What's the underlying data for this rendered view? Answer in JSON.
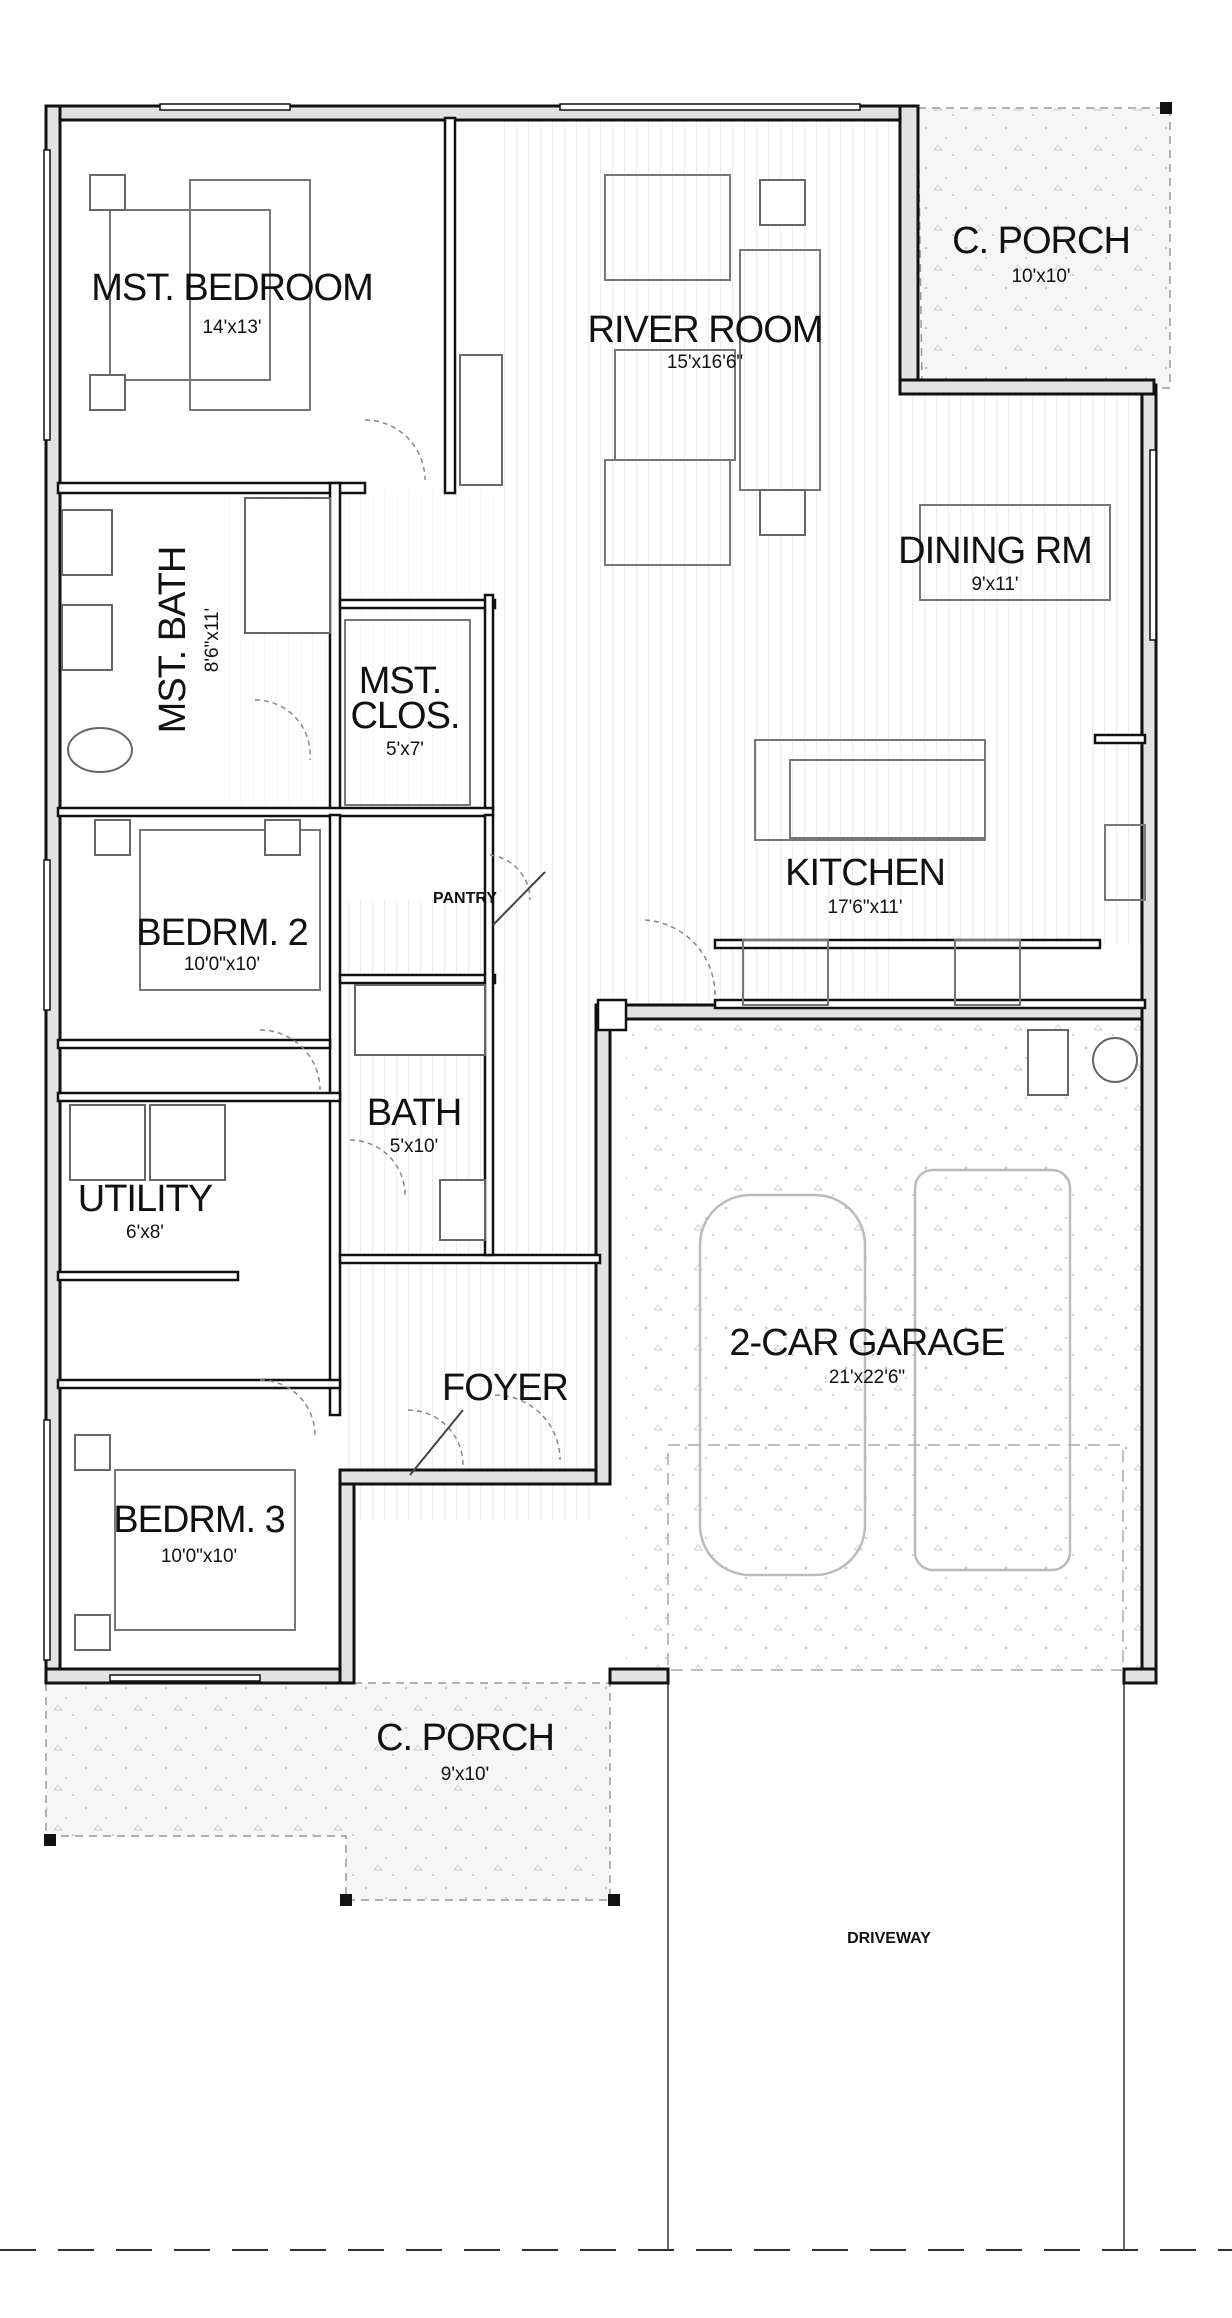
{
  "rooms": {
    "master_bedroom": {
      "name": "MST. BEDROOM",
      "dim": "14'x13'"
    },
    "river_room": {
      "name": "RIVER ROOM",
      "dim": "15'x16'6\""
    },
    "covered_porch_rear": {
      "name": "C. PORCH",
      "dim": "10'x10'"
    },
    "dining_room": {
      "name": "DINING RM",
      "dim": "9'x11'"
    },
    "master_bath": {
      "name": "MST. BATH",
      "dim": "8'6\"x11'"
    },
    "master_closet": {
      "name_line1": "MST.",
      "name_line2": "CLOS.",
      "dim": "5'x7'"
    },
    "kitchen": {
      "name": "KITCHEN",
      "dim": "17'6\"x11'"
    },
    "pantry": {
      "name": "PANTRY"
    },
    "bedroom_2": {
      "name": "BEDRM. 2",
      "dim": "10'0\"x10'"
    },
    "bath": {
      "name": "BATH",
      "dim": "5'x10'"
    },
    "utility": {
      "name": "UTILITY",
      "dim": "6'x8'"
    },
    "garage": {
      "name": "2-CAR GARAGE",
      "dim": "21'x22'6\""
    },
    "foyer": {
      "name": "FOYER"
    },
    "bedroom_3": {
      "name": "BEDRM. 3",
      "dim": "10'0\"x10'"
    },
    "covered_porch_front": {
      "name": "C. PORCH",
      "dim": "9'x10'"
    },
    "driveway": {
      "name": "DRIVEWAY"
    }
  }
}
